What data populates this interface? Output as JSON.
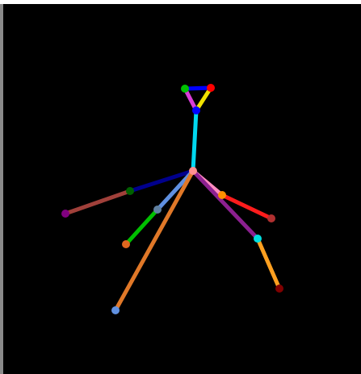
{
  "image": {
    "background_color": "#000000",
    "border_left_color": "#8a8a8a",
    "border_top_color": "#ffffff"
  },
  "pose": {
    "type": "openpose-style skeleton",
    "limbs": [
      {
        "name": "head-left",
        "color": "#d83cd8"
      },
      {
        "name": "head-right",
        "color": "#f2e200"
      },
      {
        "name": "eye-link",
        "color": "#0000ff"
      },
      {
        "name": "neck",
        "color": "#00d8f0"
      },
      {
        "name": "right-upper-arm",
        "color": "#00008c"
      },
      {
        "name": "right-forearm",
        "color": "#a0403a"
      },
      {
        "name": "left-upper-arm",
        "color": "#ff8cc0"
      },
      {
        "name": "left-forearm",
        "color": "#ff1c1c"
      },
      {
        "name": "right-thigh",
        "color": "#6090e0"
      },
      {
        "name": "right-shin",
        "color": "#00c000"
      },
      {
        "name": "left-thigh",
        "color": "#8c2090"
      },
      {
        "name": "left-shin",
        "color": "#ffa020"
      },
      {
        "name": "long-leg",
        "color": "#e07828"
      }
    ],
    "joints": [
      {
        "name": "nose",
        "color": "#0000ff"
      },
      {
        "name": "right-eye",
        "color": "#00c000"
      },
      {
        "name": "left-eye",
        "color": "#ff0000"
      },
      {
        "name": "neck",
        "color": "#ff9090"
      },
      {
        "name": "right-elbow",
        "color": "#006000"
      },
      {
        "name": "right-wrist",
        "color": "#800080"
      },
      {
        "name": "left-elbow",
        "color": "#ff9000"
      },
      {
        "name": "left-wrist",
        "color": "#b03030"
      },
      {
        "name": "right-knee",
        "color": "#6080a0"
      },
      {
        "name": "right-ankle",
        "color": "#e06820"
      },
      {
        "name": "left-knee",
        "color": "#00e0e0"
      },
      {
        "name": "left-ankle",
        "color": "#800000"
      },
      {
        "name": "foot",
        "color": "#6090e0"
      }
    ]
  }
}
